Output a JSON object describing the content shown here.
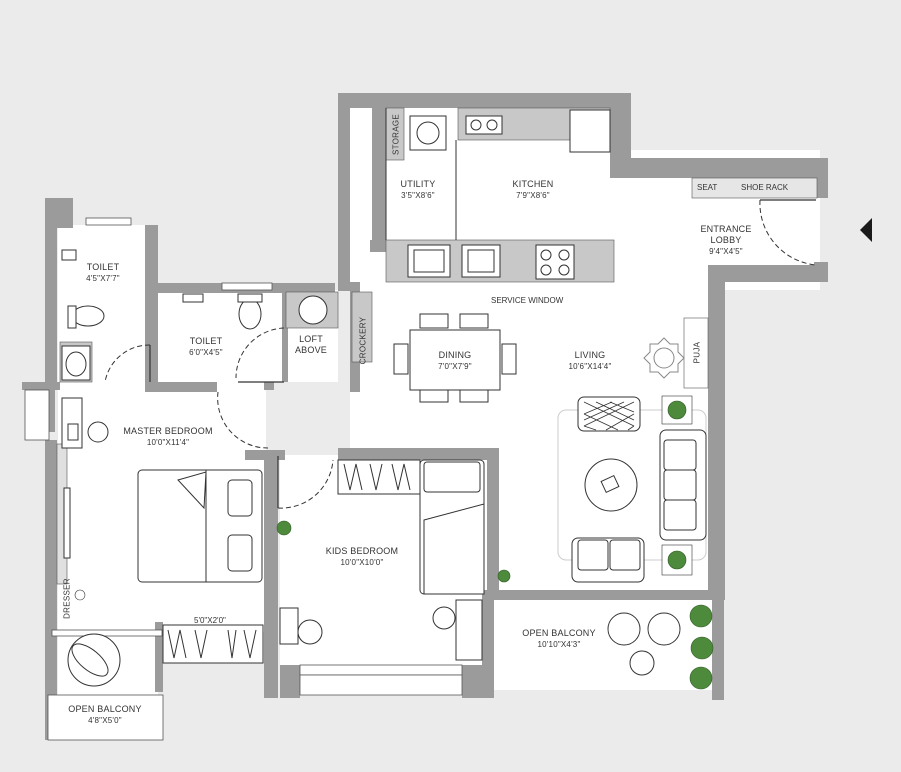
{
  "rooms": {
    "toilet_1": {
      "name": "TOILET",
      "dims": "4'5\"X7'7\""
    },
    "toilet_2": {
      "name": "TOILET",
      "dims": "6'0\"X4'5\""
    },
    "loft": {
      "line1": "LOFT",
      "line2": "ABOVE"
    },
    "utility": {
      "name": "UTILITY",
      "dims": "3'5\"X8'6\""
    },
    "kitchen": {
      "name": "KITCHEN",
      "dims": "7'9\"X8'6\""
    },
    "entrance_lobby": {
      "line1": "ENTRANCE",
      "line2": "LOBBY",
      "dims": "9'4\"X4'5\""
    },
    "dining": {
      "name": "DINING",
      "dims": "7'0\"X7'9\""
    },
    "living": {
      "name": "LIVING",
      "dims": "10'6\"X14'4\""
    },
    "master_bedroom": {
      "name": "MASTER BEDROOM",
      "dims": "10'0\"X11'4\""
    },
    "kids_bedroom": {
      "name": "KIDS BEDROOM",
      "dims": "10'0\"X10'0\""
    },
    "open_balcony_1": {
      "name": "OPEN BALCONY",
      "dims": "4'8\"X5'0\""
    },
    "open_balcony_2": {
      "name": "OPEN BALCONY",
      "dims": "10'10\"X4'3\""
    }
  },
  "labels": {
    "storage": "STORAGE",
    "crockery": "CROCKERY",
    "puja": "PUJA",
    "dresser": "DRESSER",
    "seat": "SEAT",
    "shoe_rack": "SHOE RACK",
    "service_window": "SERVICE WINDOW",
    "window_dims": "5'0\"X2'0\""
  },
  "colors": {
    "background": "#ebebeb",
    "wall": "#9b9b9b",
    "floor": "#ffffff",
    "counter": "#c8c8c8",
    "line": "#333333",
    "plant": "#4e8a3c"
  },
  "icons": {
    "entry_marker": "triangle-left-icon"
  }
}
